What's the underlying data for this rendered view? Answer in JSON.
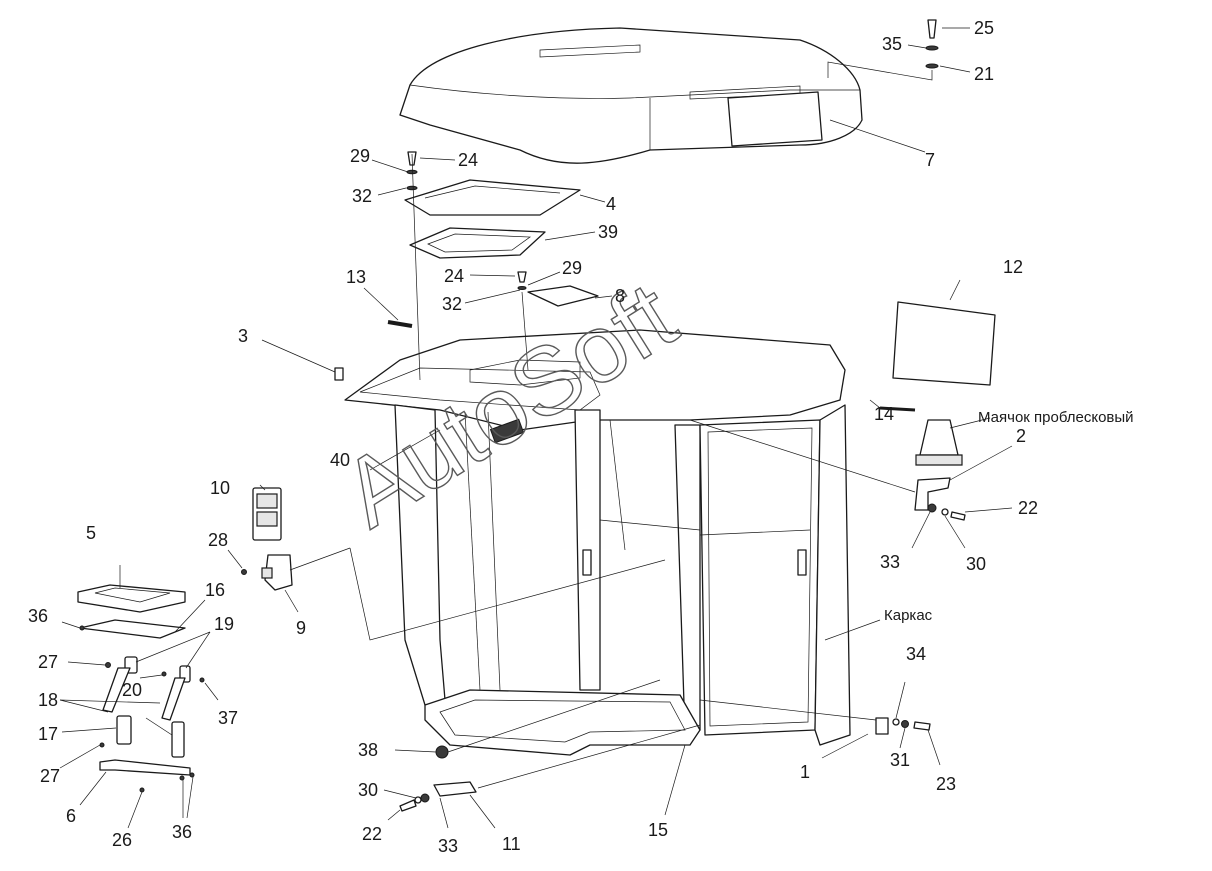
{
  "diagram": {
    "labels": {
      "l1": "1",
      "l2": "2",
      "l3": "3",
      "l4": "4",
      "l5": "5",
      "l6": "6",
      "l7": "7",
      "l8": "8",
      "l9": "9",
      "l10": "10",
      "l11": "11",
      "l12": "12",
      "l13": "13",
      "l14": "14",
      "l15": "15",
      "l16": "16",
      "l17": "17",
      "l18": "18",
      "l19": "19",
      "l20": "20",
      "l21": "21",
      "l22a": "22",
      "l22b": "22",
      "l23": "23",
      "l24a": "24",
      "l24b": "24",
      "l25": "25",
      "l26": "26",
      "l27a": "27",
      "l27b": "27",
      "l28": "28",
      "l29a": "29",
      "l29b": "29",
      "l30a": "30",
      "l30b": "30",
      "l31": "31",
      "l32a": "32",
      "l32b": "32",
      "l33a": "33",
      "l33b": "33",
      "l34": "34",
      "l35": "35",
      "l36a": "36",
      "l36b": "36",
      "l37": "37",
      "l38": "38",
      "l39": "39",
      "l40": "40"
    },
    "text_labels": {
      "beacon": "Маячок проблесковый",
      "frame": "Каркас"
    },
    "watermark": "AutoSoft"
  }
}
